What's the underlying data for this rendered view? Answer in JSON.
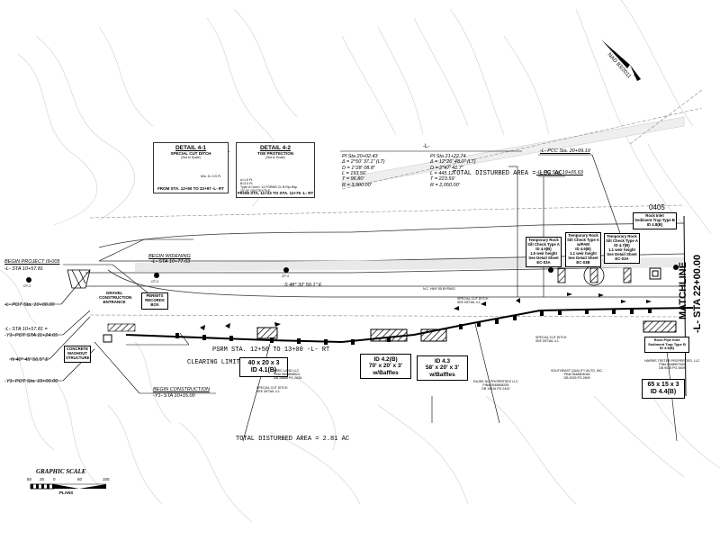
{
  "north_arrow": {
    "label": "NAD 83/2011"
  },
  "details": [
    {
      "title": "DETAIL 4-1",
      "subtitle": "SPECIAL CUT DITCH",
      "scale": "(Not to Scale)",
      "note": "Min. D= 0.5 Ft.",
      "from": "FROM STA. 12+50 TO 22+97 -L- RT"
    },
    {
      "title": "DETAIL 4-2",
      "subtitle": "TOE PROTECTION",
      "scale": "(Not to Scale)",
      "specs": "d=1.5 Ft.\nB=2.0 Ft.\nType of Liner= 14 FORMS CL B Rip-Rap\n15' OF GEOTEXTILE",
      "from": "FROM STA. 11+23 TO STA. 11+75 -L- RT"
    }
  ],
  "curve_header": "-L-",
  "curves": [
    {
      "pi": "PI Sta 20+02.43",
      "delta": "Δ = 2°50' 37.1\" (LT)",
      "d": "D = 1°28' 08.8\"",
      "l": "L = 193.56'",
      "t": "T = 96.80'",
      "r": "R = 3,900.00'"
    },
    {
      "pi": "PI Sta 21+22.74",
      "delta": "Δ = 12°26' 48.0\" (LT)",
      "d": "D = 2°47' 41.7\"",
      "l": "L = 445.12'",
      "t": "T = 223.59'",
      "r": "R = 2,050.00'"
    }
  ],
  "total_disturbed_top": "TOTAL DISTURBED AREA = LOG AC",
  "total_disturbed_bottom": "TOTAL DISTURBED AREA = 2.81 AC",
  "stations": {
    "pcc": "-L- PCC Sta. 20+99.19",
    "pc": "-L- PC Sta. 19+05.63",
    "begin_project": "BEGIN PROJECT I9-005",
    "begin_project_sta": "-L- STA 10+57.81",
    "begin_widening": "BEGIN WIDENING",
    "begin_widening_sta": "-L- STA 10+77.03",
    "pot_l": "-L- POT Sta. 10+00.00",
    "sta_eq_1": "-L- STA 10+57.81 =",
    "sta_eq_2": "-Y1- POT STA 11+24.65",
    "bearing_left": "N 40° 45' 56.5\" E",
    "pot_y1": "-Y1- POT Sta. 10+00.00",
    "begin_construction": "BEGIN CONSTRUCTION",
    "begin_construction_sta": "-Y1- STA 10+15.00",
    "bearing_mid": "S 48° 32' 50.1\" E",
    "psrm": "PSRM STA. 12+50 TO 13+00 -L- RT"
  },
  "labels": {
    "gravel_entrance": "GRAVEL CONSTRUCTION ENTRANCE",
    "permits_box": "PERMITS RECORDS BOX",
    "concrete_washout": "CONCRETE WASHOUT STRUCTURE",
    "clearing_limits": "CLEARING LIMITS",
    "special_cut_ditch": "SPECIAL CUT DITCH SEE DETAIL 4-1",
    "point_id": "0405",
    "cp3": "CP-3",
    "cp4": "CP-4",
    "cp2": "CP-2",
    "matchline": "MATCHLINE",
    "matchline_sta": "-L- STA 22+00.00",
    "nc_hwy": "N.C. HWY 55 BYPASS"
  },
  "basins": [
    {
      "dims": "40 x 20 x 3",
      "id": "ID 4.1(B)"
    },
    {
      "id": "ID 4.2(B)",
      "dims": "70' x 20' x 3'",
      "note": "w/Baffles"
    },
    {
      "id": "ID 4.3",
      "dims": "58' x 20' x 3'",
      "note": "w/Baffles"
    },
    {
      "dims": "65 x 15 x 3",
      "id": "ID 4.4(B)"
    }
  ],
  "silt_checks": [
    {
      "l1": "Temporary Rock",
      "l2": "Silt Check Type A",
      "l3": "ID 4.5(B)",
      "l4": "1.5 weir height",
      "l5": "See Detail Sheet",
      "l6": "EC-03A"
    },
    {
      "l1": "Temporary Rock",
      "l2": "Silt Check Type A",
      "l2b": "w/PAM",
      "l3": "ID 4.6(B)",
      "l4": "1.1 weir height",
      "l5": "See Detail Sheet",
      "l6": "EC-03B"
    },
    {
      "l1": "Temporary Rock",
      "l2": "Silt Check Type A",
      "l3": "ID 4.7(B)",
      "l4": "1.1 weir height",
      "l5": "See Detail Sheet",
      "l6": "EC-03A"
    }
  ],
  "rock_inlet": {
    "l1": "Rock Inlet",
    "l2": "Sediment Trap Type B",
    "l3": "ID 4.8(B)"
  },
  "rock_pipe_inlet": {
    "l1": "Rock Pipe Inlet",
    "l2": "Sediment Trap Type B",
    "l3": "ID 4.9(B)"
  },
  "properties": [
    {
      "name": "BREC LAND LLC",
      "pin": "PIN# 0648808524",
      "db": "DB 16685 PG 2836"
    },
    {
      "name": "RAJDE NC PROPERTIES LLC",
      "pin": "PIN# 0648808295",
      "db": "DB 19416 PG 2420"
    },
    {
      "name": "SOUTHEAST QUALITY AUTO, INC.",
      "pin": "PIN# 0648804046",
      "db": "DB 9025 PG 2609"
    },
    {
      "name": "HARRIS TEETER PROPERTIES, LLC",
      "pin": "PIN# 0648807006",
      "db": "DB 9025 PG 2609"
    }
  ],
  "graphic_scale": {
    "title": "GRAPHIC SCALE",
    "ticks": [
      "50",
      "25",
      "0",
      "50",
      "100"
    ],
    "caption": "PLANS"
  }
}
